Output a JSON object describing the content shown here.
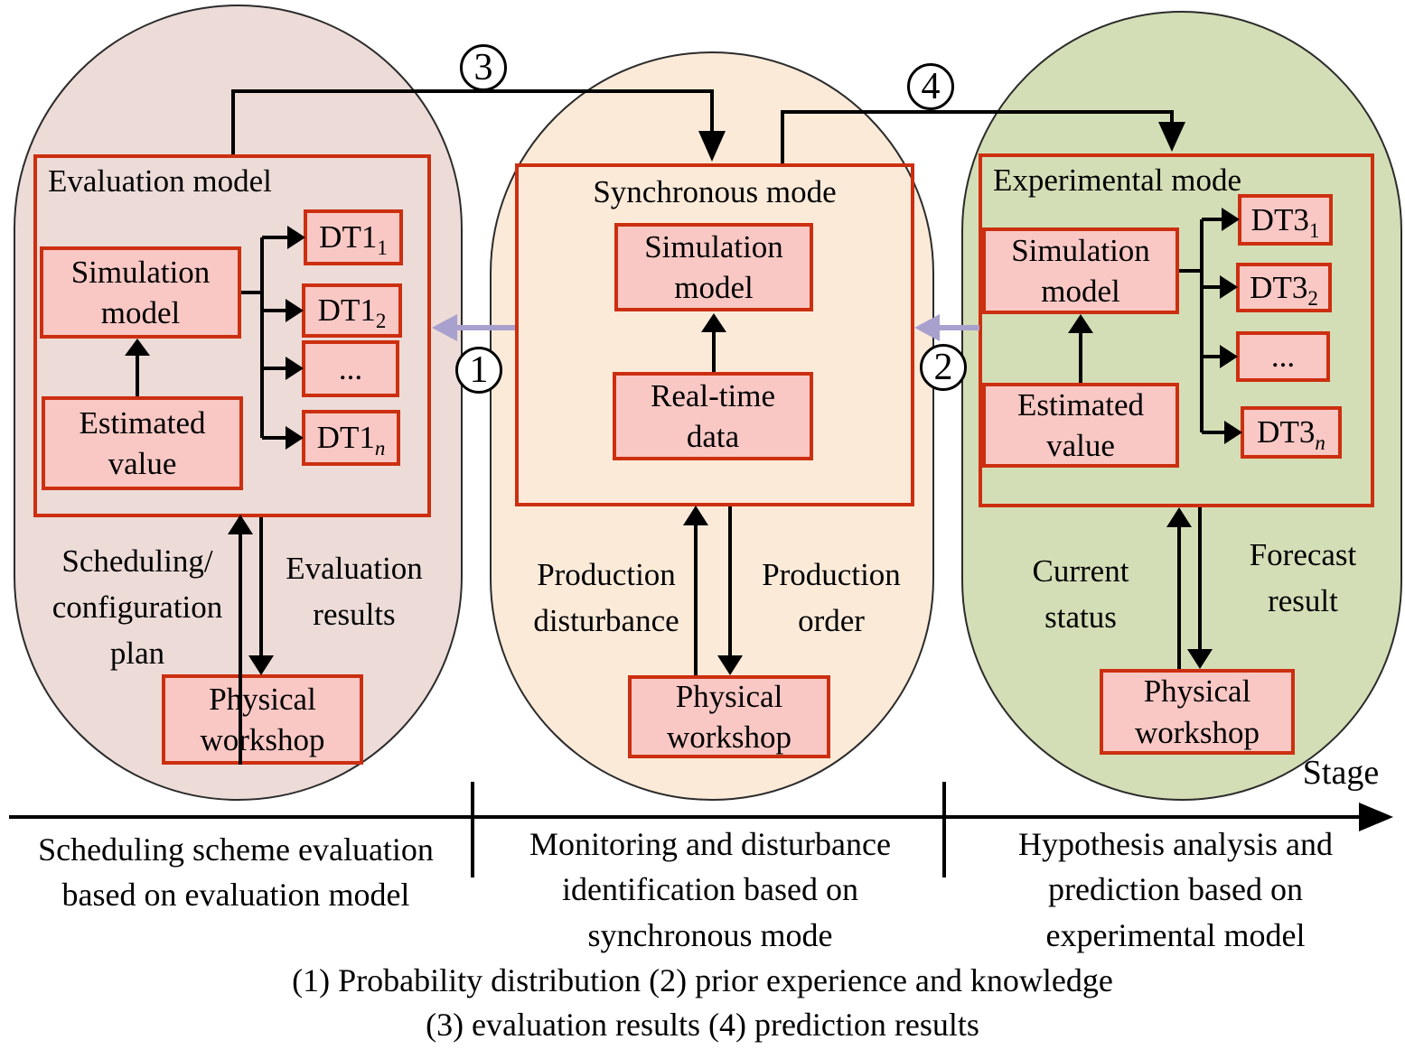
{
  "colors": {
    "capsule_left_fill": "#ecdbd7",
    "capsule_mid_fill": "#fcead9",
    "capsule_right_fill": "#d3deb6",
    "box_border": "#cc2f10",
    "box_fill": "#f9c8c4",
    "purple_arrow": "#a8a0cd",
    "black": "#000000"
  },
  "stage1": {
    "title": "Evaluation model",
    "sim1": "Simulation",
    "sim2": "model",
    "est1": "Estimated",
    "est2": "value",
    "dt_base": "DT1",
    "dt_sub1": "1",
    "dt_sub2": "2",
    "dt_dots": "...",
    "dt_subn": "n",
    "plan1": "Scheduling/",
    "plan2": "configuration",
    "plan3": "plan",
    "res1": "Evaluation",
    "res2": "results",
    "pw1": "Physical",
    "pw2": "workshop",
    "cap1": "Scheduling scheme evaluation",
    "cap2": "based on evaluation model"
  },
  "stage2": {
    "title": "Synchronous mode",
    "sim1": "Simulation",
    "sim2": "model",
    "rt1": "Real-time",
    "rt2": "data",
    "dist1": "Production",
    "dist2": "disturbance",
    "ord1": "Production",
    "ord2": "order",
    "pw1": "Physical",
    "pw2": "workshop",
    "cap1": "Monitoring and disturbance",
    "cap2": "identification based on",
    "cap3": "synchronous mode"
  },
  "stage3": {
    "title": "Experimental mode",
    "sim1": "Simulation",
    "sim2": "model",
    "est1": "Estimated",
    "est2": "value",
    "dt_base": "DT3",
    "dt_sub1": "1",
    "dt_sub2": "2",
    "dt_dots": "...",
    "dt_subn": "n",
    "cur1": "Current",
    "cur2": "status",
    "fc1": "Forecast",
    "fc2": "result",
    "pw1": "Physical",
    "pw2": "workshop",
    "cap1": "Hypothesis analysis and",
    "cap2": "prediction based on",
    "cap3": "experimental model"
  },
  "circles": {
    "n1": "1",
    "n2": "2",
    "n3": "3",
    "n4": "4"
  },
  "axis": {
    "stage_label": "Stage"
  },
  "legend": {
    "line1": "(1) Probability distribution (2) prior experience and knowledge",
    "line2": "(3) evaluation results (4) prediction results"
  }
}
